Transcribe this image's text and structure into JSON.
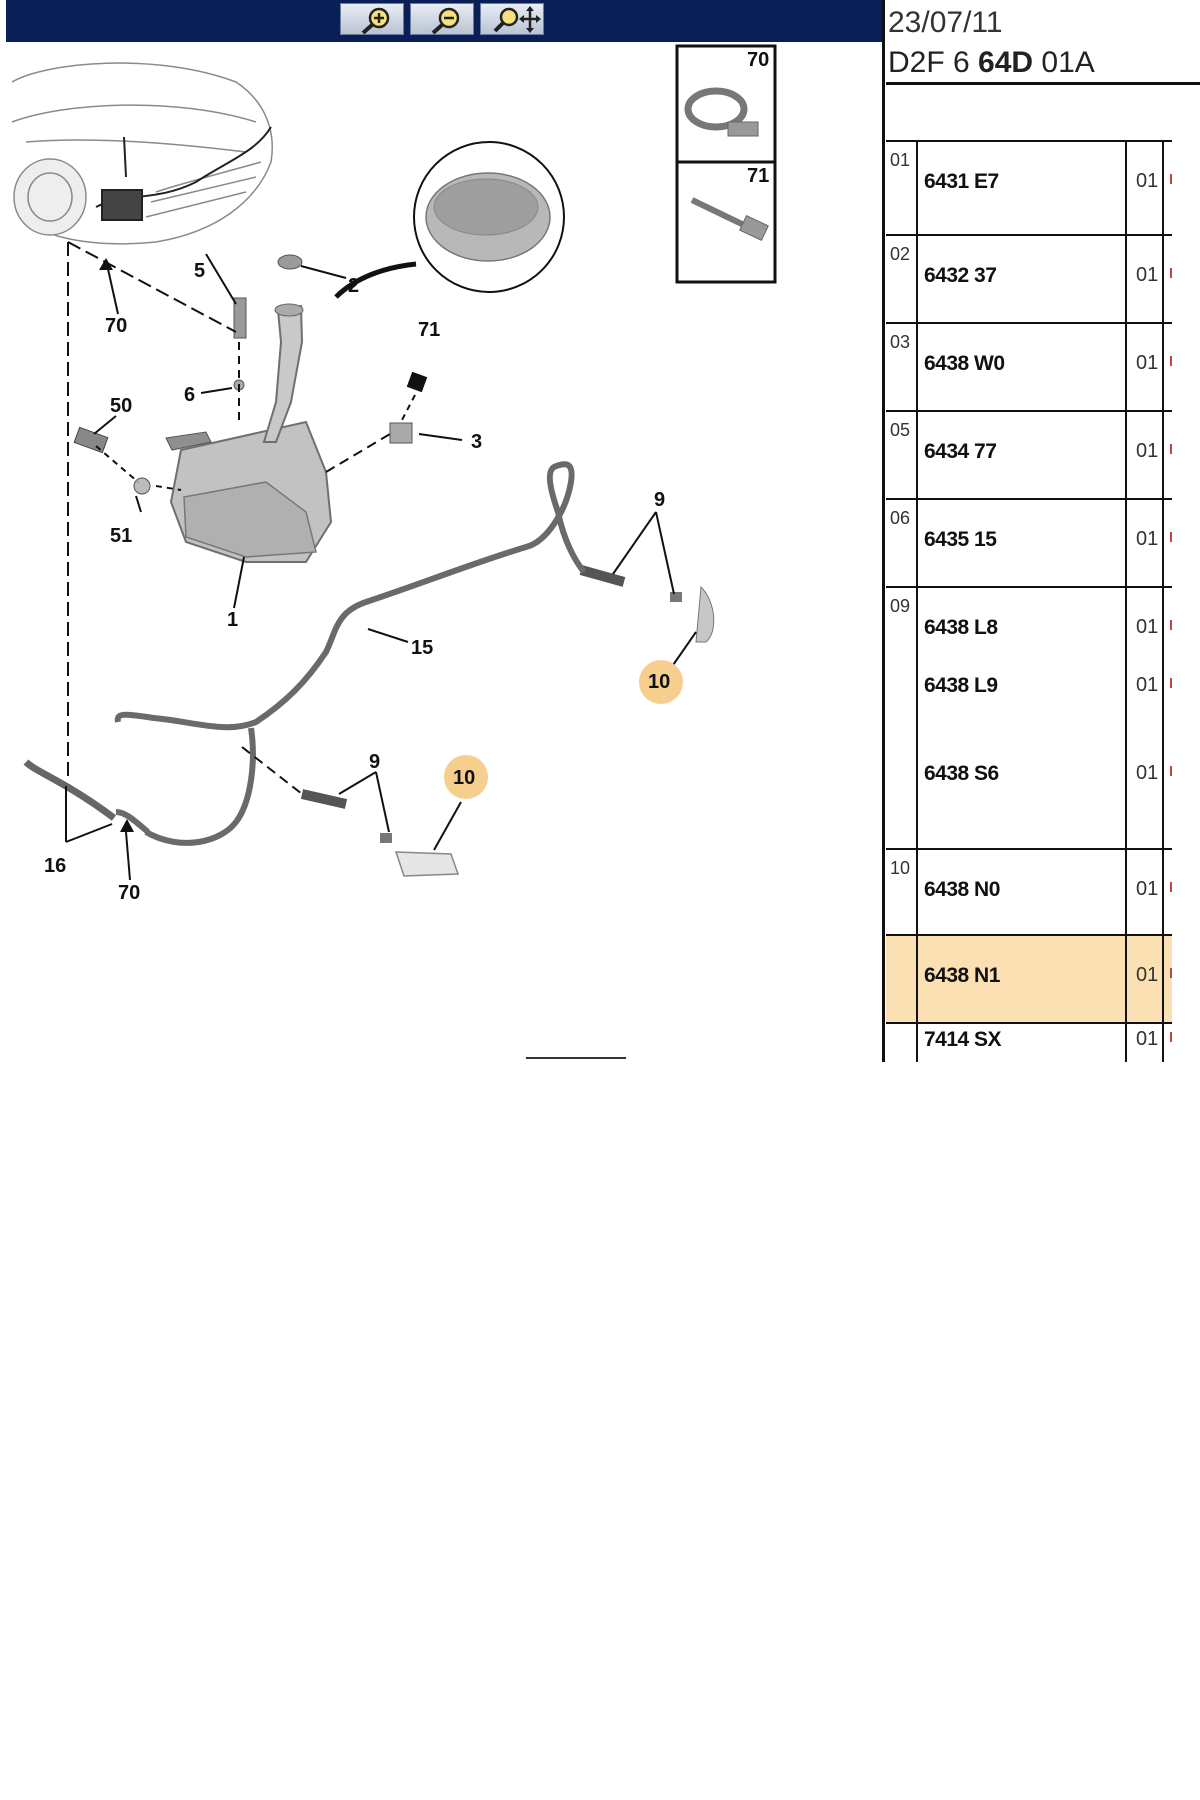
{
  "toolbar": {
    "buttons": [
      {
        "name": "zoom-in-button",
        "icon": "zoom-in-icon"
      },
      {
        "name": "zoom-out-button",
        "icon": "zoom-out-icon"
      },
      {
        "name": "zoom-pan-button",
        "icon": "zoom-pan-icon"
      }
    ]
  },
  "document": {
    "date": "23/07/11",
    "ref_prefix": "D2F 6 ",
    "ref_bold": "64D",
    "ref_suffix": " 01A"
  },
  "diagram": {
    "callouts": {
      "c70_inset": "70",
      "c71_inset": "71",
      "c70_top": "70",
      "c5": "5",
      "c2": "2",
      "c71": "71",
      "c6": "6",
      "c50": "50",
      "c3": "3",
      "c51": "51",
      "c9_right": "9",
      "c1": "1",
      "c15": "15",
      "c10_right": "10",
      "c9_bottom": "9",
      "c10_bottom": "10",
      "c16": "16",
      "c70_bottom": "70"
    },
    "highlight_color": "#f6cf8e"
  },
  "parts_table": {
    "rows": [
      {
        "ref": "01",
        "lines": [
          {
            "part": "6431 E7",
            "qty": "01"
          }
        ]
      },
      {
        "ref": "02",
        "lines": [
          {
            "part": "6432 37",
            "qty": "01"
          }
        ]
      },
      {
        "ref": "03",
        "lines": [
          {
            "part": "6438 W0",
            "qty": "01"
          }
        ]
      },
      {
        "ref": "05",
        "lines": [
          {
            "part": "6434 77",
            "qty": "01"
          }
        ]
      },
      {
        "ref": "06",
        "lines": [
          {
            "part": "6435 15",
            "qty": "01"
          }
        ]
      },
      {
        "ref": "09",
        "lines": [
          {
            "part": "6438 L8",
            "qty": "01"
          },
          {
            "part": "6438 L9",
            "qty": "01"
          },
          {
            "part": "6438 S6",
            "qty": "01"
          }
        ]
      },
      {
        "ref": "10",
        "lines": [
          {
            "part": "6438 N0",
            "qty": "01"
          }
        ]
      },
      {
        "ref": "",
        "lines": [
          {
            "part": "6438 N1",
            "qty": "01"
          }
        ],
        "selected": true
      },
      {
        "ref": "",
        "lines": [
          {
            "part": "7414 SX",
            "qty": "01"
          }
        ]
      }
    ]
  }
}
